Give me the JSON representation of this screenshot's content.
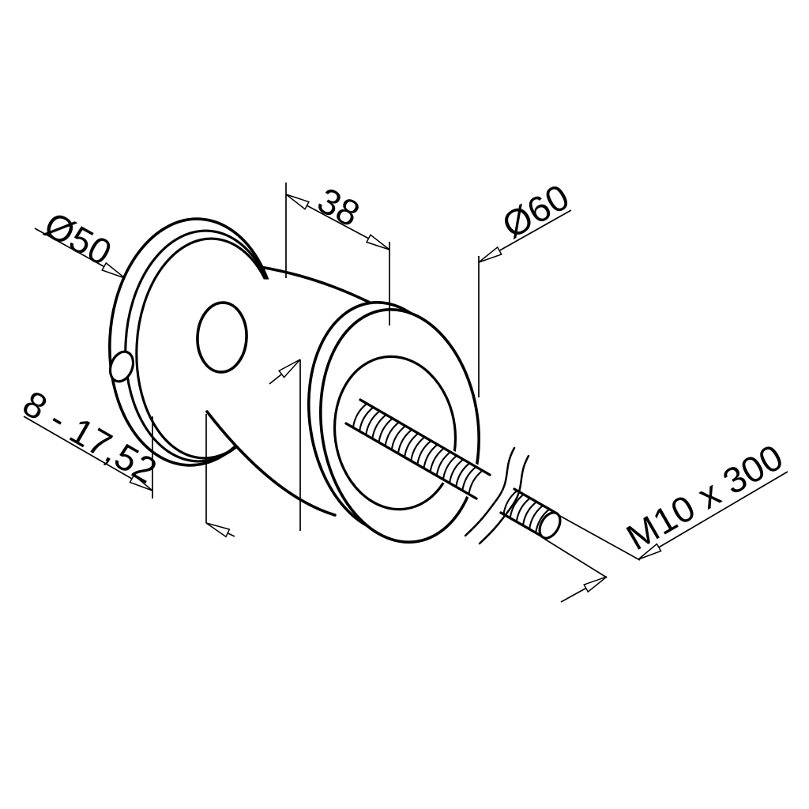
{
  "drawing": {
    "title": "glass-adapter-technical-drawing",
    "colors": {
      "line": "#000000",
      "background": "#ffffff"
    },
    "dimensions": {
      "disc_diameter_label": "Ø50",
      "body_length_label": "38",
      "flange_diameter_label": "Ø60",
      "clamp_range_label": "8 - 17,52",
      "rod_thread_label": "M10 x 300"
    }
  }
}
